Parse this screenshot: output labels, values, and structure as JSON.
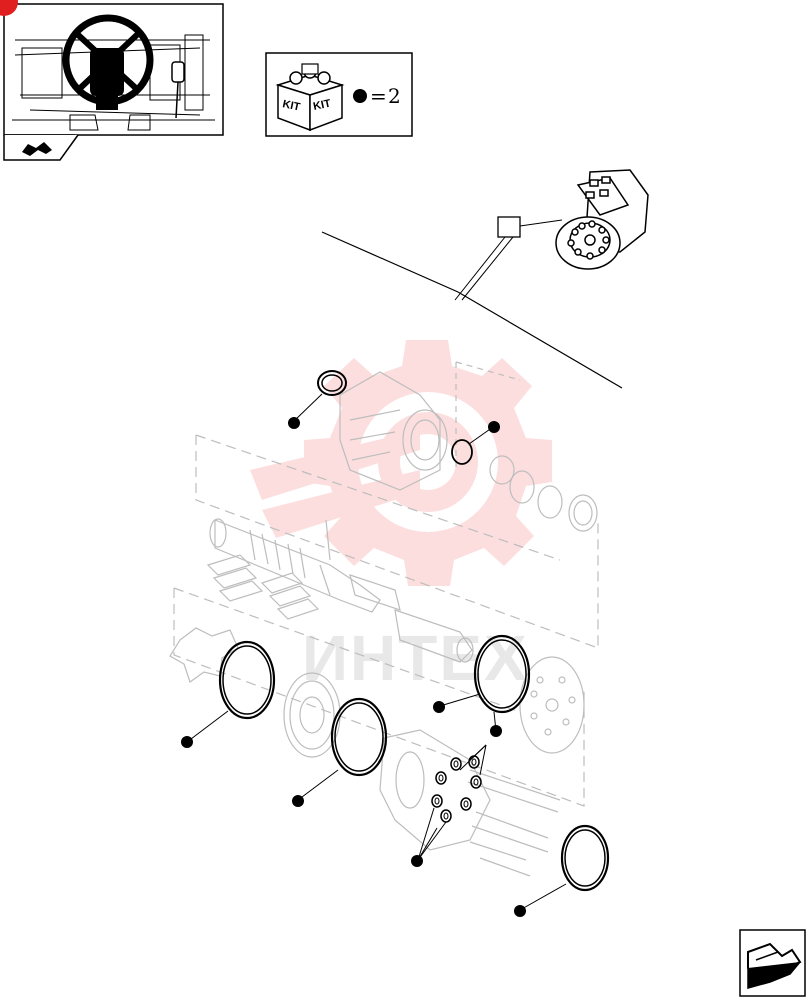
{
  "kit_legend": {
    "label_left": "KIT",
    "label_right": "KIT",
    "equals": "=",
    "quantity": "2"
  },
  "watermark": {
    "text": "ИНТЕХ",
    "color": "#f26b6b"
  },
  "colors": {
    "line": "#000000",
    "ghost_line": "#b8b8b8",
    "badge": "#e02020"
  },
  "icons": {
    "thumbnail": "steering-wheel-icon",
    "nav_back": "arrow-back-icon",
    "nav_next": "arrow-next-icon"
  }
}
